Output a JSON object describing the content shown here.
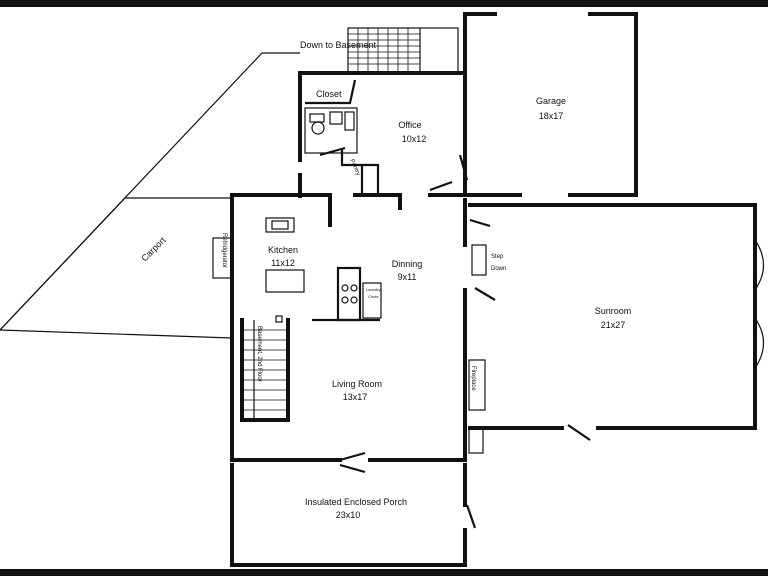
{
  "plan": {
    "rooms": [
      {
        "name": "Garage",
        "size": "18x17"
      },
      {
        "name": "Office",
        "size": "10x12"
      },
      {
        "name": "Closet"
      },
      {
        "name": "Kitchen",
        "size": "11x12"
      },
      {
        "name": "Dinning",
        "size": "9x11"
      },
      {
        "name": "Sunroom",
        "size": "21x27"
      },
      {
        "name": "Living Room",
        "size": "13x17"
      },
      {
        "name": "Insulated Enclosed Porch",
        "size": "23x10"
      },
      {
        "name": "Carport"
      }
    ],
    "labels": {
      "down_to_basement": "Down to Basement",
      "pantry": "Pantry",
      "refridgerator": "Refridgerator",
      "step_down_1": "Step",
      "step_down_2": "Down",
      "stairs": "Basement, 2nd Floor",
      "fireplace": "Fireplace",
      "laundry_1": "Laundry",
      "laundry_2": "Chute"
    }
  }
}
